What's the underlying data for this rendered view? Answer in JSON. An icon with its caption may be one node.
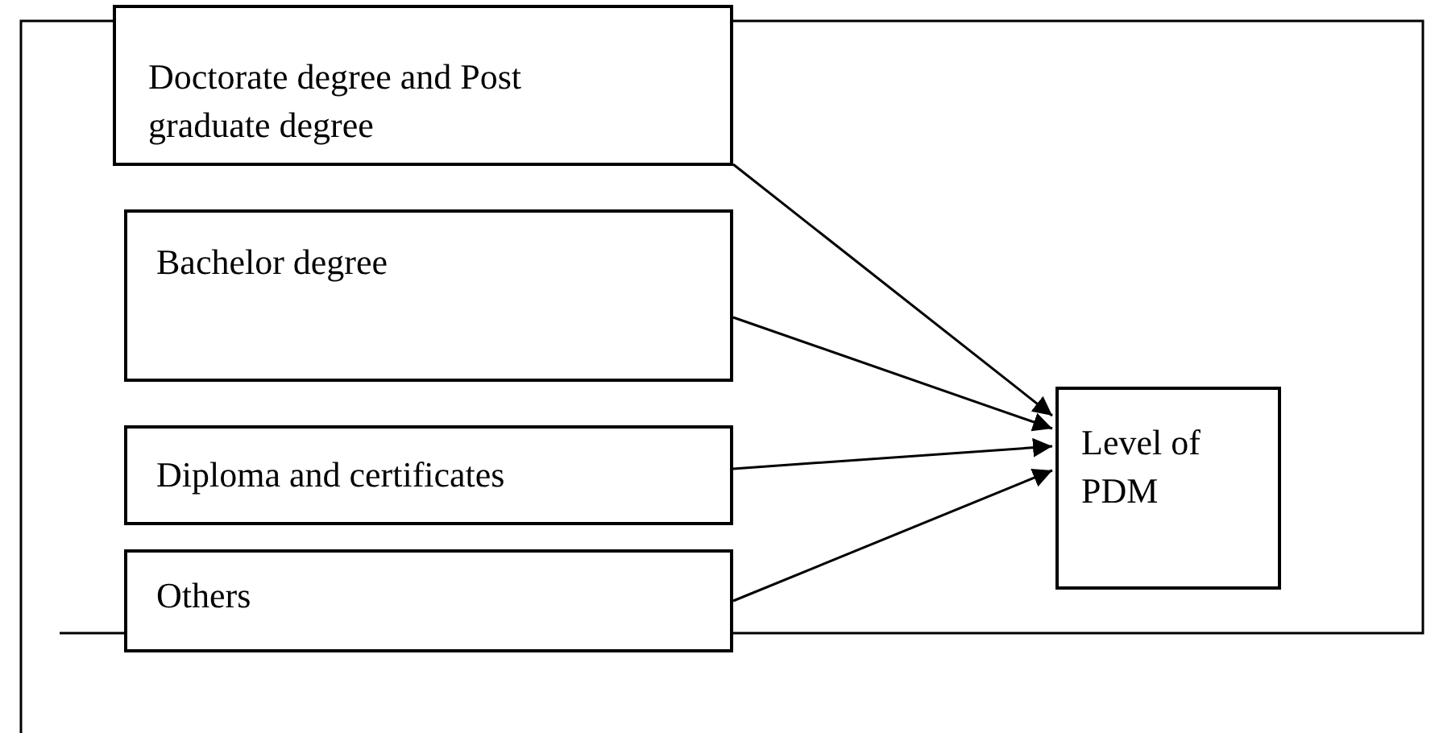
{
  "diagram": {
    "nodes": [
      {
        "text": [
          "Doctorate degree and Post graduate degree"
        ]
      },
      {
        "text": [
          "Bachelor degree"
        ]
      },
      {
        "text": [
          "Diploma and certificates"
        ]
      },
      {
        "text": [
          "Others"
        ]
      },
      {
        "text": [
          "Level of PDM"
        ]
      }
    ],
    "edges": [
      {
        "from": 0,
        "to": 4,
        "arrow": "to"
      },
      {
        "from": 1,
        "to": 4,
        "arrow": "to"
      },
      {
        "from": 2,
        "to": 4,
        "arrow": "to"
      },
      {
        "from": 3,
        "to": 4,
        "arrow": "to"
      }
    ]
  }
}
